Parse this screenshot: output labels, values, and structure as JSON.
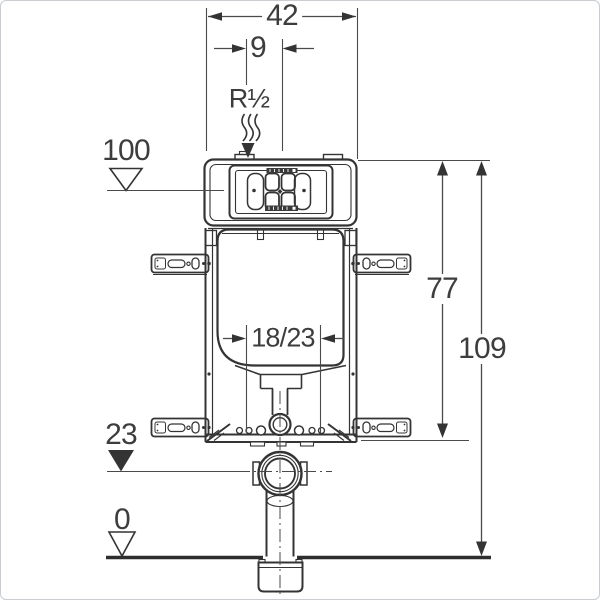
{
  "diagram": {
    "labels": {
      "frame_width": "42",
      "supply_offset": "9",
      "supply_thread": "R½",
      "level_top": "100",
      "frame_height": "77",
      "total_height": "109",
      "outlet_projection": "18/23",
      "level_outlet": "23",
      "level_floor": "0"
    },
    "colors": {
      "ink": "#343434",
      "dimension_line": "#4a4a4a",
      "label_text": "#3d3d3d",
      "background": "#ffffff",
      "page_border": "#c9cdd1"
    },
    "icons": {
      "level_marker_open": "▽",
      "level_marker_filled": "▼",
      "dimension_arrow": "▶",
      "water_supply_flow": "≈"
    }
  }
}
